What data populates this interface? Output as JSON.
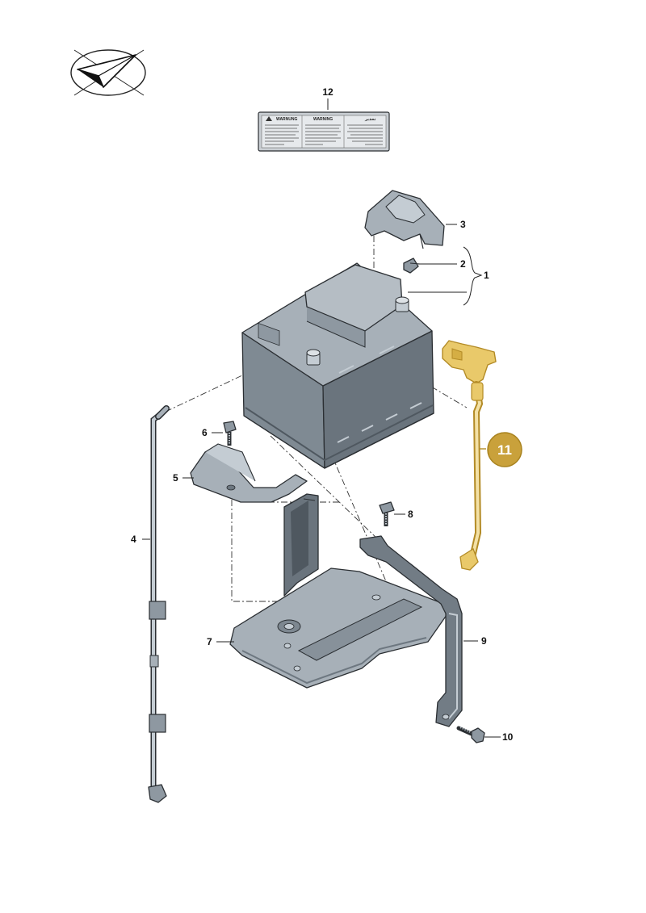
{
  "callouts": {
    "c1": "1",
    "c2": "2",
    "c3": "3",
    "c4": "4",
    "c5": "5",
    "c6": "6",
    "c7": "7",
    "c8": "8",
    "c9": "9",
    "c10": "10",
    "c11": "11",
    "c12": "12"
  },
  "highlight": {
    "part": "11",
    "color": "#c9a13b",
    "text_color": "#ffffff"
  },
  "colors": {
    "part_fill": "#9aa4ad",
    "part_dark": "#6d7780",
    "part_light": "#c4ccd3",
    "outline": "#2b2f33"
  },
  "warning_label": {
    "col1_head": "WARNUNG",
    "col2_head": "WARNING",
    "col3_head": "تحذير"
  }
}
